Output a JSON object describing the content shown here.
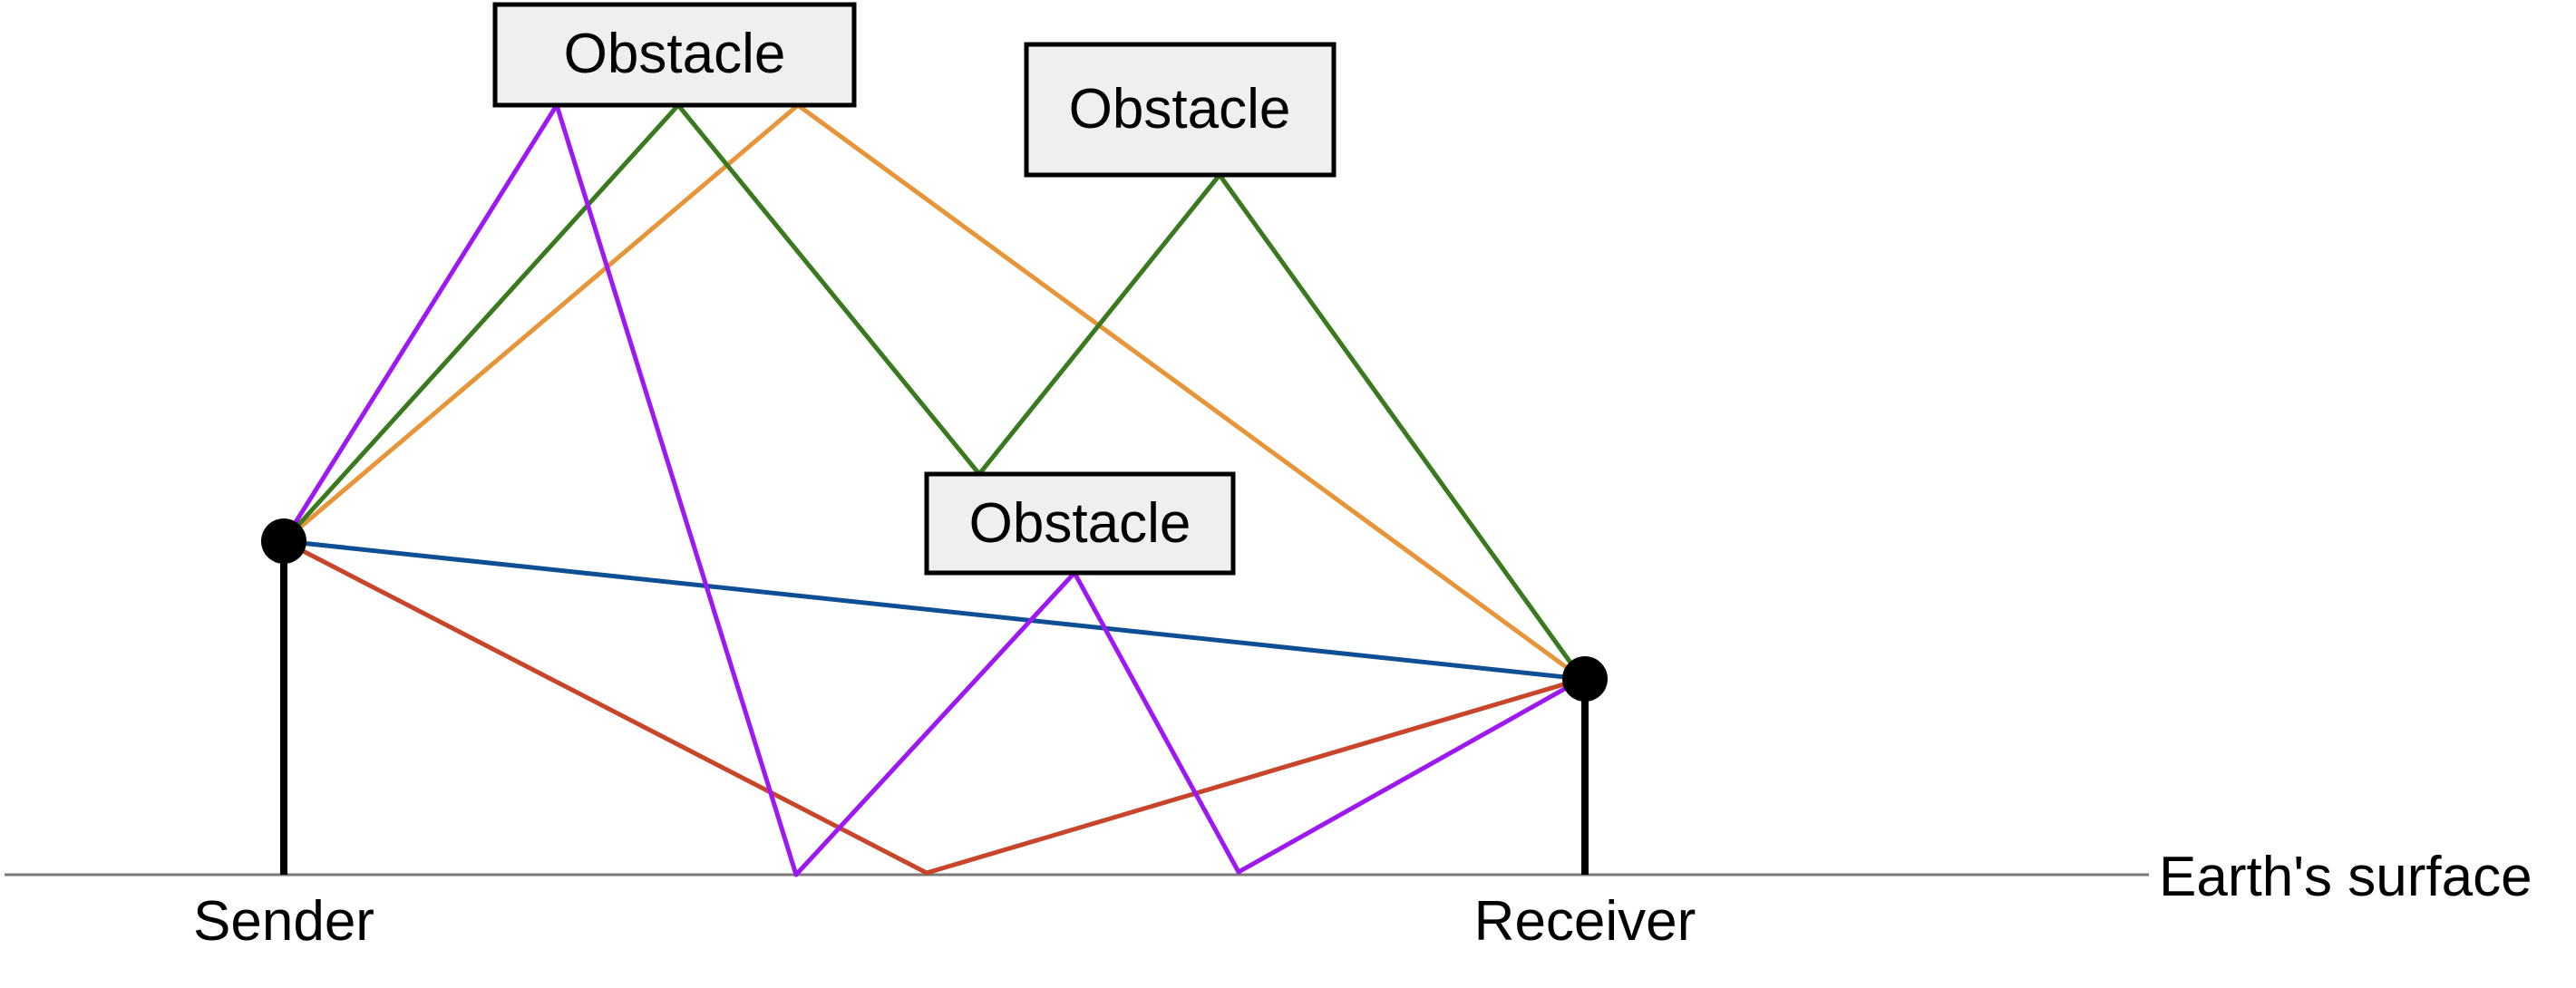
{
  "obstacles": [
    {
      "id": "obstacle-top-left",
      "label": "Obstacle"
    },
    {
      "id": "obstacle-top-right",
      "label": "Obstacle"
    },
    {
      "id": "obstacle-middle",
      "label": "Obstacle"
    }
  ],
  "endpoints": {
    "sender_label": "Sender",
    "receiver_label": "Receiver"
  },
  "surface_label": "Earth's surface",
  "path_colors": {
    "direct": "#0d4f94",
    "ground_reflection": "#c9452a",
    "single_obstacle": "#e8953a",
    "multi_obstacle": "#3a7a1f",
    "mixed_reflection": "#9d18f2"
  }
}
